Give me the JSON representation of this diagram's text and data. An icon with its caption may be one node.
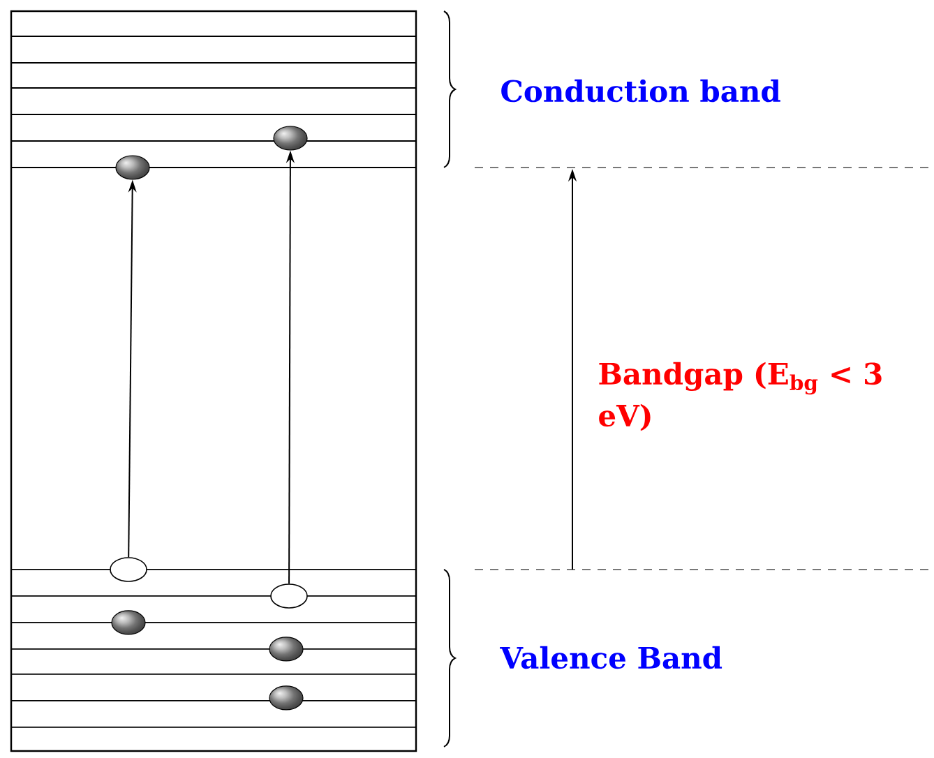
{
  "diagram": {
    "nodes": [
      {
        "text": [],
        "shape": "sphere"
      },
      {
        "text": [],
        "shape": "sphere"
      },
      {
        "text": [],
        "shape": "circle"
      },
      {
        "text": [],
        "shape": "circle"
      },
      {
        "text": [],
        "shape": "sphere"
      },
      {
        "text": [],
        "shape": "sphere"
      },
      {
        "text": [],
        "shape": "sphere"
      }
    ],
    "edges": [
      {
        "from": 2,
        "to": 1,
        "arrow": "to"
      },
      {
        "from": 3,
        "to": 0,
        "arrow": "to"
      }
    ],
    "labels": [
      "Conduction band",
      "Bandgap (E$_{bg}$ < 3 eV)",
      "Valence Band"
    ]
  }
}
